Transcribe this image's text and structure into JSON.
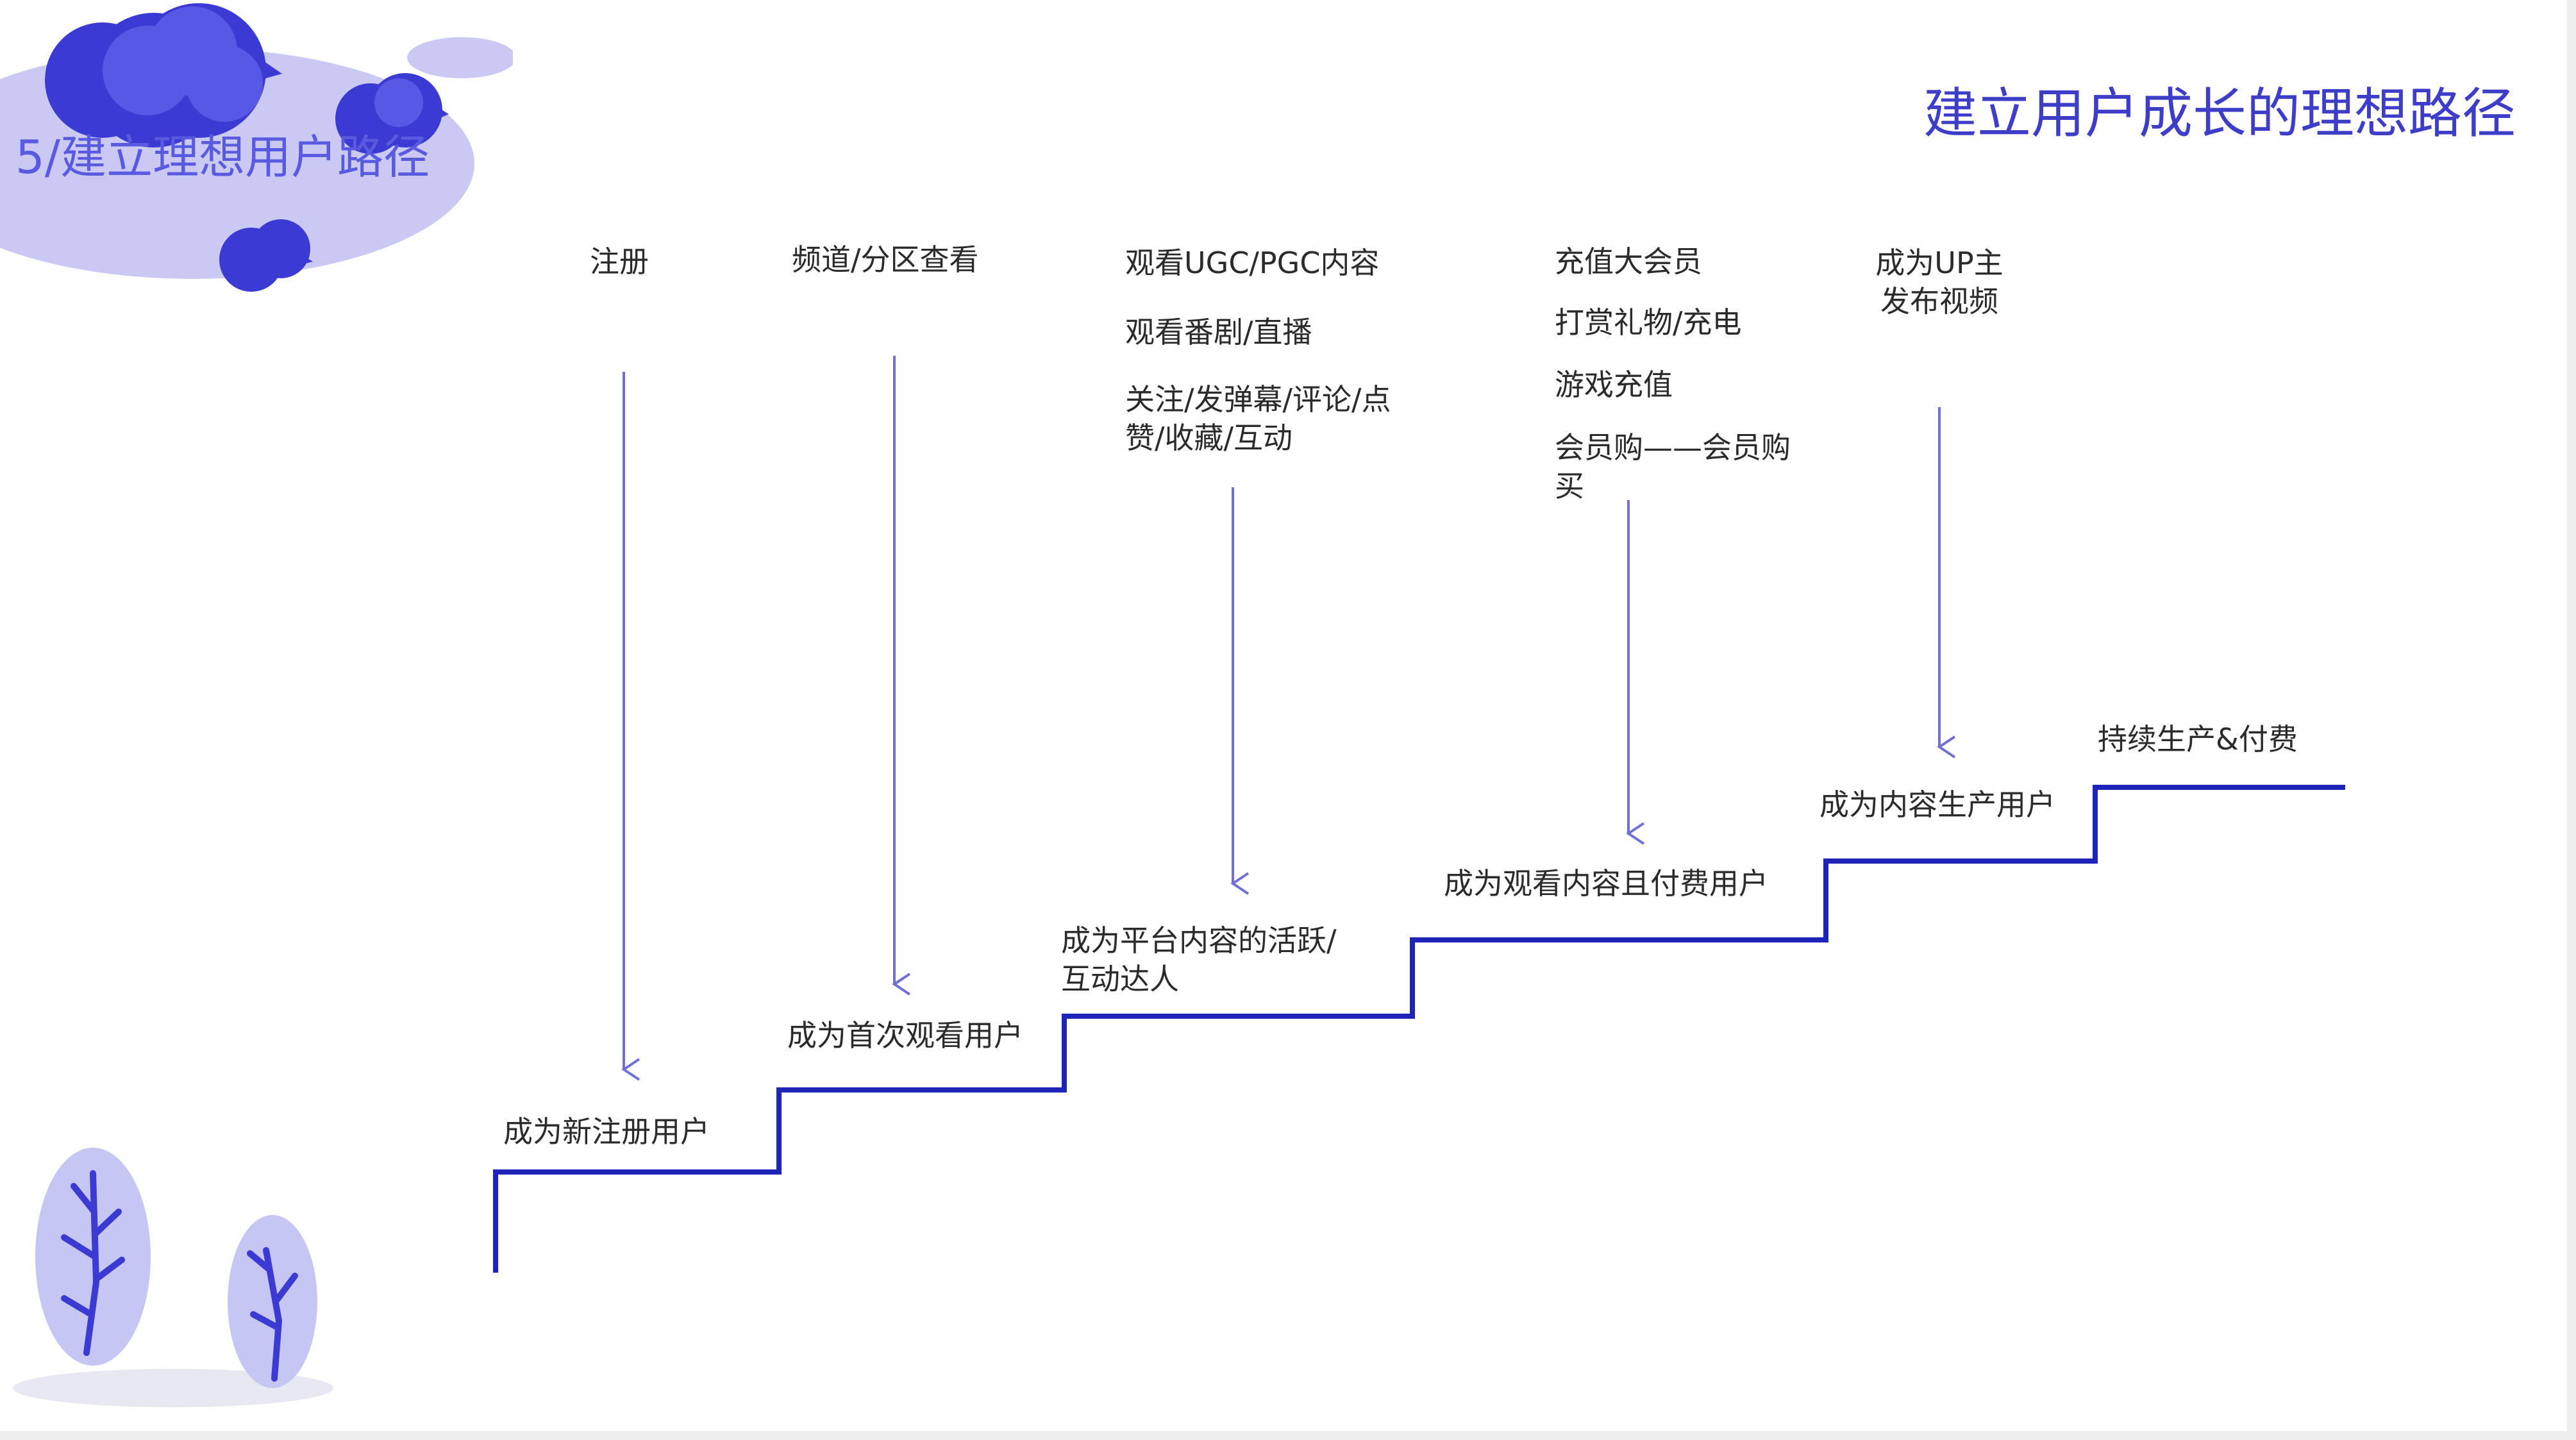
{
  "header": {
    "section_title": "5/建立理想用户路径",
    "main_title": "建立用户成长的理想路径"
  },
  "colors": {
    "accent": "#4b4bd8",
    "stair_line": "#1f24b8",
    "arrow": "#6f6fd6",
    "cloud_dark": "#3b3bd4",
    "cloud_light": "#c9c9f3",
    "tree_fill": "#c6c6f2"
  },
  "steps": [
    {
      "actions": [
        "注册"
      ],
      "stage": "成为新注册用户"
    },
    {
      "actions": [
        "频道/分区查看"
      ],
      "stage": "成为首次观看用户"
    },
    {
      "actions": [
        "观看UGC/PGC内容",
        "观看番剧/直播",
        "关注/发弹幕/评论/点",
        "赞/收藏/互动"
      ],
      "stage_lines": [
        "成为平台内容的活跃/",
        "互动达人"
      ]
    },
    {
      "actions": [
        "充值大会员",
        "打赏礼物/充电",
        "游戏充值",
        "会员购——会员购",
        "买"
      ],
      "stage": "成为观看内容且付费用户"
    },
    {
      "actions": [
        "成为UP主",
        "发布视频"
      ],
      "stage": "成为内容生产用户"
    },
    {
      "stage": "持续生产&付费"
    }
  ],
  "decor": {
    "icons": [
      "cloud-icon",
      "tree-icon"
    ]
  }
}
